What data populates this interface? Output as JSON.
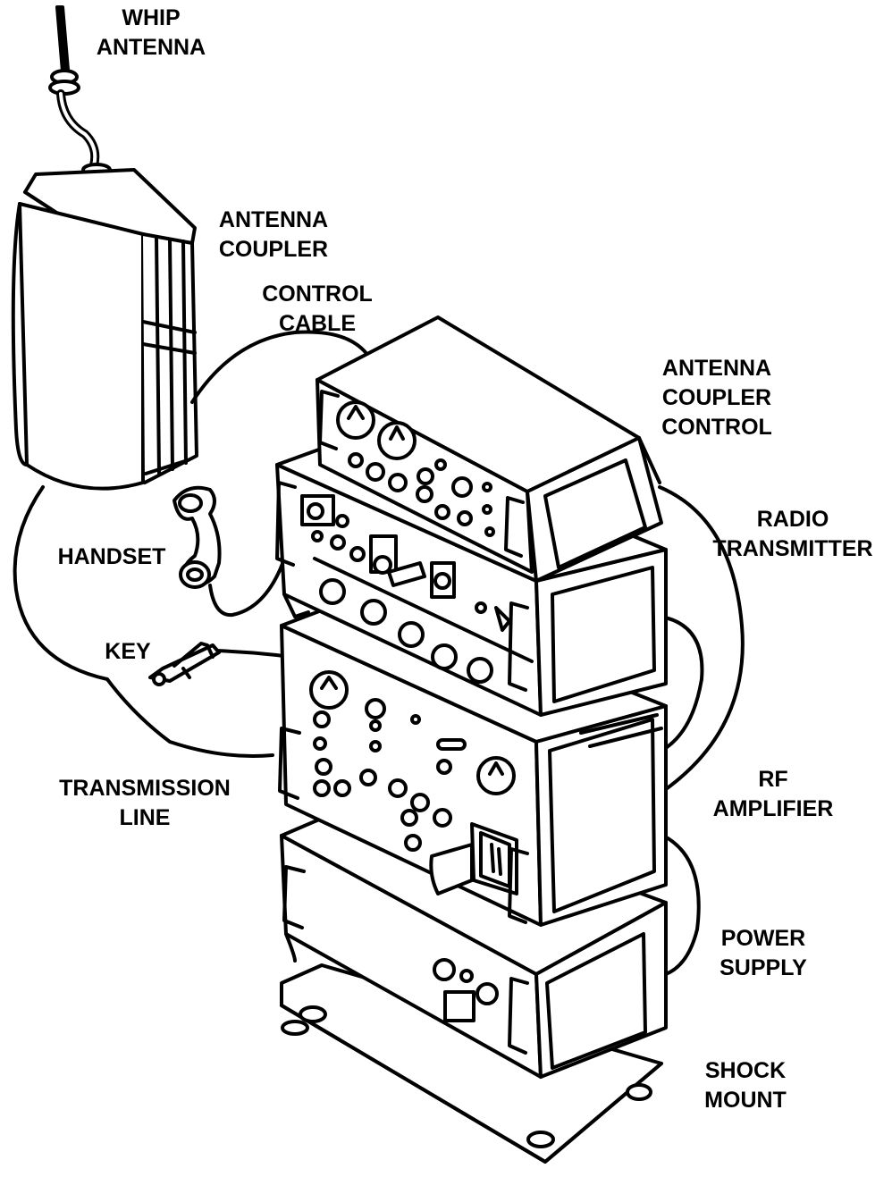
{
  "labels": {
    "whip_antenna": [
      "WHIP",
      "ANTENNA"
    ],
    "antenna_coupler": [
      "ANTENNA",
      "COUPLER"
    ],
    "control_cable": [
      "CONTROL",
      "CABLE"
    ],
    "antenna_coupler_control": [
      "ANTENNA",
      "COUPLER",
      "CONTROL"
    ],
    "radio_transmitter": [
      "RADIO",
      "TRANSMITTER"
    ],
    "handset": [
      "HANDSET"
    ],
    "key": [
      "KEY"
    ],
    "transmission_line": [
      "TRANSMISSION",
      "LINE"
    ],
    "rf_amplifier": [
      "RF",
      "AMPLIFIER"
    ],
    "power_supply": [
      "POWER",
      "SUPPLY"
    ],
    "shock_mount": [
      "SHOCK",
      "MOUNT"
    ]
  }
}
